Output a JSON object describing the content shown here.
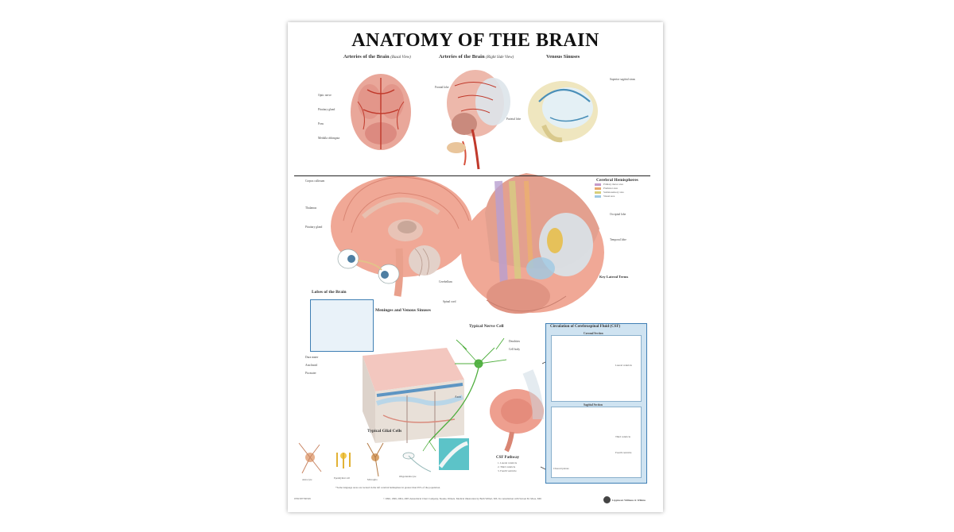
{
  "poster": {
    "title": "ANATOMY OF THE BRAIN",
    "sections": {
      "arteries_base": {
        "title": "Arteries of the Brain",
        "qualifier": "(Basal View)"
      },
      "arteries_side": {
        "title": "Arteries of the Brain",
        "qualifier": "(Right Side View)"
      },
      "venous_sinuses": {
        "title": "Venous Sinuses"
      },
      "cerebral_hemispheres": {
        "title": "Cerebral Hemispheres"
      },
      "lobes": {
        "title": "Lobes of the Brain"
      },
      "meninges": {
        "title": "Meninges and Venous Sinuses"
      },
      "nerve_cell": {
        "title": "Typical Nerve Cell"
      },
      "glial_cells": {
        "title": "Typical Glial Cells"
      },
      "csf": {
        "title": "Circulation of Cerebrospinal Fluid (CSF)",
        "coronal": "Coronal Section",
        "sagittal": "Sagittal Section"
      },
      "csf_pathway": {
        "title": "CSF Pathway"
      }
    },
    "labels": {
      "corpus_callosum": "Corpus callosum",
      "thalamus": "Thalamus",
      "cerebellum": "Cerebellum",
      "optic_nerve": "Optic nerve",
      "pituitary": "Pituitary gland",
      "pons": "Pons",
      "medulla": "Medulla oblongata",
      "spinal_cord": "Spinal cord",
      "frontal_lobe": "Frontal lobe",
      "parietal_lobe": "Parietal lobe",
      "occipital_lobe": "Occipital lobe",
      "temporal_lobe": "Temporal lobe",
      "dura_mater": "Dura mater",
      "arachnoid": "Arachnoid",
      "pia_mater": "Pia mater",
      "dendrites": "Dendrites",
      "axon": "Axon",
      "cell_body": "Cell body",
      "astrocyte": "Astrocyte",
      "oligodendrocyte": "Oligodendrocyte",
      "microglia": "Microglia",
      "ependymal": "Ependymal cell",
      "lateral_ventricle": "Lateral ventricle",
      "third_ventricle": "Third ventricle",
      "fourth_ventricle": "Fourth ventricle",
      "superior_sagittal": "Superior sagittal sinus",
      "choroid_plexus": "Choroid plexus"
    },
    "key_title": "Key Lateral Terms",
    "csf_pathway_items": [
      "1. Lateral ventricle",
      "2. Third ventricle",
      "3. Fourth ventricle"
    ],
    "legend_items": [
      {
        "label": "Primary motor area",
        "color": "#c59ac9"
      },
      {
        "label": "Premotor area",
        "color": "#e8a86b"
      },
      {
        "label": "Somatosensory area",
        "color": "#d8cf7a"
      },
      {
        "label": "Visual area",
        "color": "#9fc9e4"
      }
    ],
    "footnote": "*Some language areas are located in the left cerebral hemisphere in greater than 95% of the population.",
    "copyright": "©1996, 1999, 2004, 2005 Anatomical Chart Company, Skokie, Illinois. Medical illustration by Beth Willert, MS. In consultation with Steven M. Moss, MD",
    "publisher": "Lippincott Williams & Wilkins",
    "catalog": "9781587790539"
  }
}
